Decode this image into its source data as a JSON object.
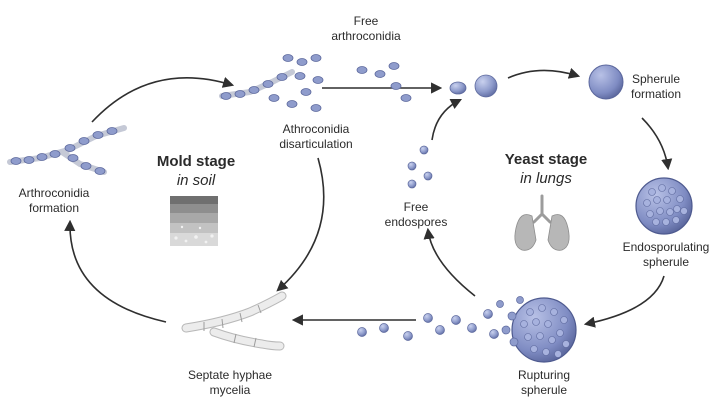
{
  "diagram": {
    "mold": {
      "title": "Mold stage",
      "subtitle": "in soil"
    },
    "yeast": {
      "title": "Yeast stage",
      "subtitle": "in lungs"
    },
    "labels": {
      "free_arthroconidia": [
        "Free",
        "arthroconidia"
      ],
      "disarticulation": [
        "Athroconidia",
        "disarticulation"
      ],
      "arthroconidia_formation": [
        "Arthroconidia",
        "formation"
      ],
      "spherule_formation": [
        "Spherule",
        "formation"
      ],
      "endosporulating": [
        "Endosporulating",
        "spherule"
      ],
      "rupturing": [
        "Rupturing",
        "spherule"
      ],
      "septate_hyphae": [
        "Septate hyphae",
        "mycelia"
      ],
      "free_endospores": [
        "Free",
        "endospores"
      ]
    },
    "icons": [
      "soil-layers-icon",
      "lungs-icon"
    ],
    "colors": {
      "cell_fill": "#8f9ccc",
      "cell_stroke": "#5e6a9e",
      "hyphae_fill": "#ececec",
      "hyphae_stroke": "#b8b8b8",
      "arrow": "#2f2f2f",
      "text": "#2b2b2b"
    }
  }
}
